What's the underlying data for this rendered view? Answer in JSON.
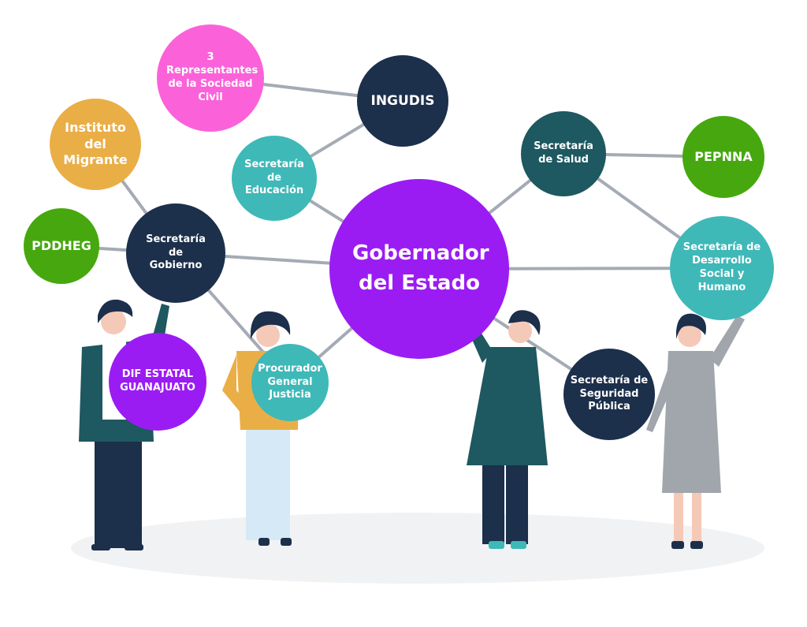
{
  "colors": {
    "navy": "#1c2f4b",
    "teal_light": "#3fb8b8",
    "teal_dark": "#1e5860",
    "purple": "#9b1cf2",
    "pink": "#fb62d9",
    "orange": "#eaae47",
    "green": "#46a80e",
    "connector": "#a5abb4"
  },
  "nodes": {
    "gobernador": "Gobernador del Estado",
    "ingudis": "INGUDIS",
    "representantes": "3 Representantes de la Sociedad Civil",
    "educacion": "Secretaría de Educación",
    "migrante": "Instituto del Migrante",
    "pddheg": "PDDHEG",
    "gobierno": "Secretaría de Gobierno",
    "dif": "DIF ESTATAL GUANAJUATO",
    "procurador": "Procurador General Justicia",
    "salud": "Secretaría de Salud",
    "pepnna": "PEPNNA",
    "desarrollo": "Secretaría de Desarrollo Social y Humano",
    "seguridad": "Secretaría de Seguridad Pública"
  },
  "edges": [
    [
      "ingudis",
      "representantes"
    ],
    [
      "ingudis",
      "educacion"
    ],
    [
      "educacion",
      "gobernador"
    ],
    [
      "migrante",
      "gobierno"
    ],
    [
      "pddheg",
      "gobierno"
    ],
    [
      "gobierno",
      "gobernador"
    ],
    [
      "gobierno",
      "procurador"
    ],
    [
      "procurador",
      "gobernador"
    ],
    [
      "salud",
      "gobernador"
    ],
    [
      "salud",
      "pepnna"
    ],
    [
      "salud",
      "desarrollo"
    ],
    [
      "desarrollo",
      "gobernador"
    ],
    [
      "seguridad",
      "gobernador"
    ]
  ]
}
